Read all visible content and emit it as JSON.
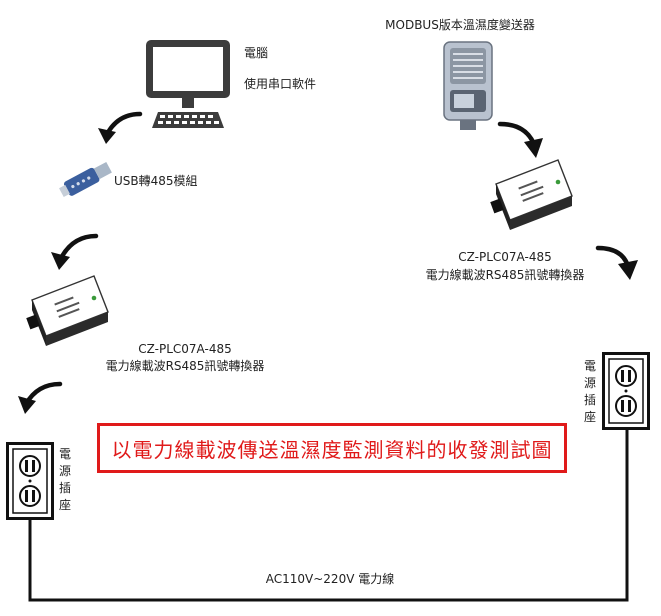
{
  "computer": {
    "title": "電腦",
    "subtitle": "使用串口軟件"
  },
  "usb_module": {
    "label": "USB轉485模組"
  },
  "sensor": {
    "label": "MODBUS版本溫濕度變送器"
  },
  "converter_right": {
    "model": "CZ-PLC07A-485",
    "desc": "電力線載波RS485訊號轉換器"
  },
  "converter_left": {
    "model": "CZ-PLC07A-485",
    "desc": "電力線載波RS485訊號轉換器"
  },
  "outlet_right": {
    "label_chars": [
      "電",
      "源",
      "插",
      "座"
    ]
  },
  "outlet_left": {
    "label_chars": [
      "電",
      "源",
      "插",
      "座"
    ]
  },
  "main_title": "以電力線載波傳送溫濕度監測資料的收發測試圖",
  "power_line": {
    "label": "AC110V~220V 電力線"
  },
  "colors": {
    "accent_red": "#e01a1a",
    "line": "#111111",
    "converter_led": "#3a9a3a"
  }
}
